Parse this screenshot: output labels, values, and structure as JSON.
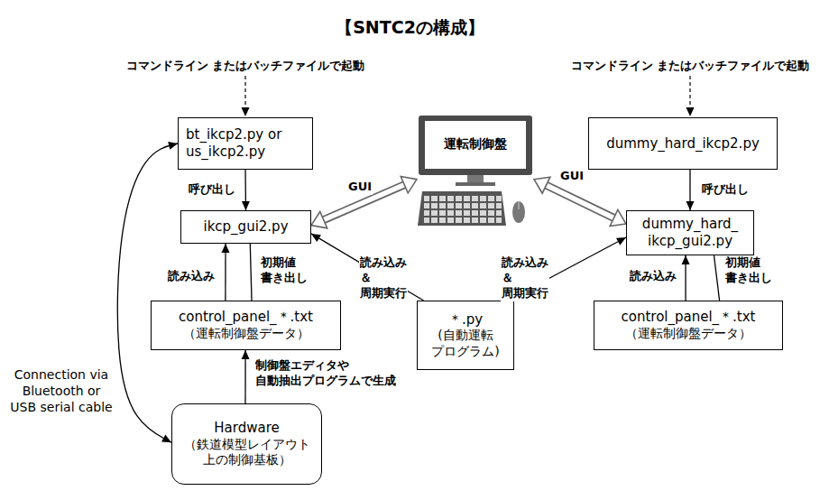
{
  "diagram": {
    "title": "【SNTC2の構成】",
    "nodes": [
      {
        "text": [
          "bt_ikcp2.py or us_ikcp2.py"
        ]
      },
      {
        "text": [
          "運転制御盤"
        ]
      },
      {
        "text": [
          "dummy_hard_ikcp2.py"
        ]
      },
      {
        "text": [
          "ikcp_gui2.py"
        ]
      },
      {
        "text": [
          "dummy_hard_ ikcp_gui2.py"
        ]
      },
      {
        "text": [
          "control_panel_＊.txt",
          "（運転制御盤データ）"
        ]
      },
      {
        "text": [
          "＊.py",
          "(自動運転 プログラム)"
        ]
      },
      {
        "text": [
          "control_panel_＊.txt",
          "（運転制御盤データ）"
        ]
      },
      {
        "text": [
          "Hardware",
          "（鉄道模型レイアウト 上の制御基板）"
        ]
      }
    ],
    "edges": [
      {
        "from": 0,
        "to": 3,
        "label": "呼び出し",
        "arrow": "to"
      },
      {
        "from": 1,
        "to": 3,
        "label": "GUI",
        "arrow": "both"
      },
      {
        "from": 1,
        "to": 4,
        "label": "GUI",
        "arrow": "both"
      },
      {
        "from": 2,
        "to": 4,
        "label": "呼び出し",
        "arrow": "to"
      },
      {
        "from": 5,
        "to": 3,
        "label": "読み込み",
        "arrow": "to"
      },
      {
        "from": 3,
        "to": 5,
        "label": "初期値 書き出し",
        "arrow": "to"
      },
      {
        "from": 6,
        "to": 3,
        "label": "読み込み ＆周期実行",
        "arrow": "to"
      },
      {
        "from": 6,
        "to": 4,
        "label": "読み込み ＆周期実行",
        "arrow": "to"
      },
      {
        "from": 7,
        "to": 4,
        "label": "読み込み",
        "arrow": "to"
      },
      {
        "from": 4,
        "to": 7,
        "label": "初期値 書き出し",
        "arrow": "to"
      },
      {
        "from": 8,
        "to": 5,
        "label": "制御盤エディタや 自動抽出プログラムで生成",
        "arrow": "to"
      },
      {
        "from": 0,
        "to": 8,
        "label": "Connection via Bluetooth or USB serial cable",
        "arrow": "both"
      }
    ],
    "labels": [
      "コマンドライン またはバッチファイルで起動",
      "コマンドライン またはバッチファイルで起動"
    ]
  }
}
